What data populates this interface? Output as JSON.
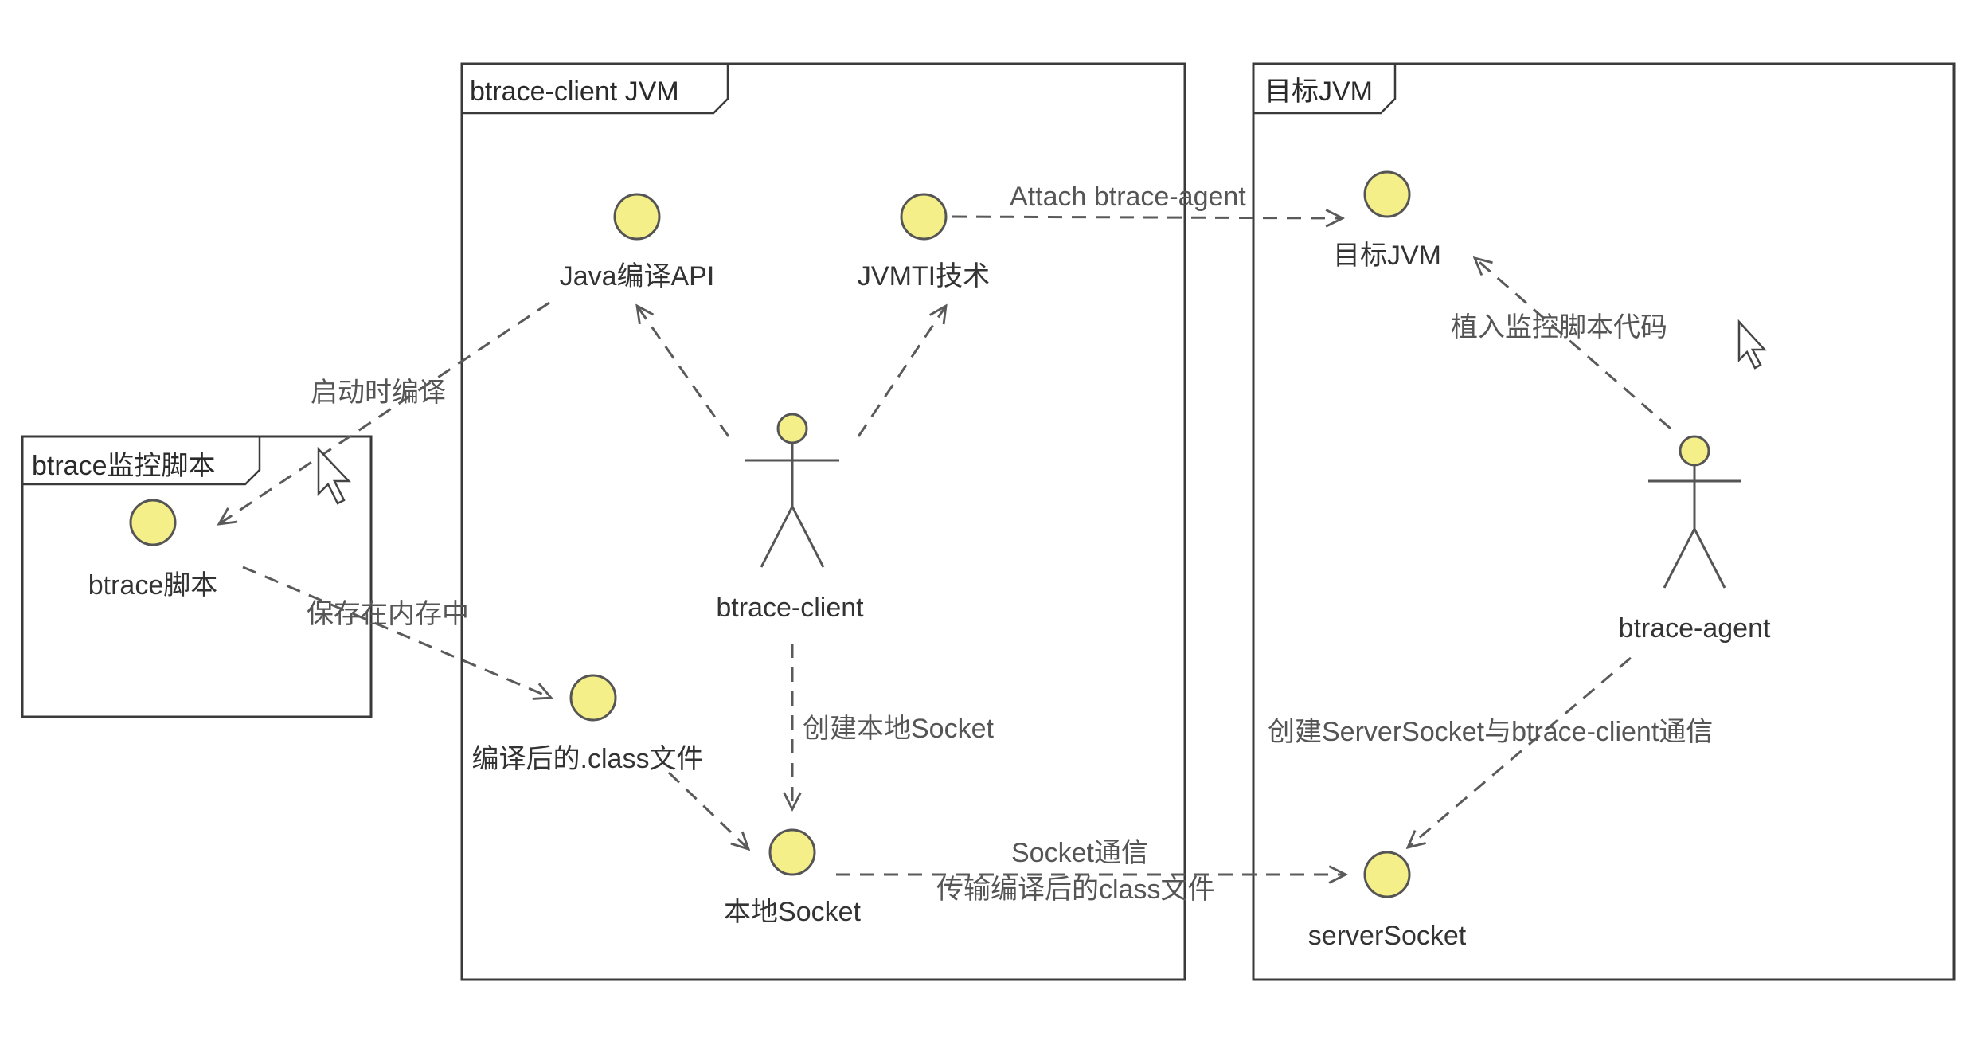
{
  "colors": {
    "background": "#ffffff",
    "frame_border": "#3a3a3a",
    "node_fill": "#f5ef8a",
    "node_stroke": "#555555",
    "edge": "#5a5a5a",
    "label_text": "#555555"
  },
  "frames": [
    {
      "id": "script",
      "title": "btrace监控脚本"
    },
    {
      "id": "client",
      "title": "btrace-client JVM"
    },
    {
      "id": "target",
      "title": "目标JVM"
    }
  ],
  "nodes": [
    {
      "id": "btrace_script",
      "label": "btrace脚本",
      "kind": "interface"
    },
    {
      "id": "java_compiler_api",
      "label": "Java编译API",
      "kind": "interface"
    },
    {
      "id": "jvmti",
      "label": "JVMTI技术",
      "kind": "interface"
    },
    {
      "id": "compiled_class",
      "label": "编译后的.class文件",
      "kind": "interface"
    },
    {
      "id": "local_socket",
      "label": "本地Socket",
      "kind": "interface"
    },
    {
      "id": "btrace_client",
      "label": "btrace-client",
      "kind": "actor"
    },
    {
      "id": "target_jvm",
      "label": "目标JVM",
      "kind": "interface"
    },
    {
      "id": "btrace_agent",
      "label": "btrace-agent",
      "kind": "actor"
    },
    {
      "id": "server_socket",
      "label": "serverSocket",
      "kind": "interface"
    }
  ],
  "edges": [
    {
      "from": "java_compiler_api",
      "to": "btrace_script",
      "label": "启动时编译"
    },
    {
      "from": "btrace_script",
      "to": "compiled_class",
      "label": "保存在内存中"
    },
    {
      "from": "btrace_client",
      "to": "java_compiler_api",
      "label": ""
    },
    {
      "from": "btrace_client",
      "to": "jvmti",
      "label": ""
    },
    {
      "from": "jvmti",
      "to": "target_jvm",
      "label": "Attach btrace-agent"
    },
    {
      "from": "btrace_client",
      "to": "local_socket",
      "label": "创建本地Socket"
    },
    {
      "from": "compiled_class",
      "to": "local_socket",
      "label": ""
    },
    {
      "from": "local_socket",
      "to": "server_socket",
      "label": "Socket通信",
      "label2": "传输编译后的class文件"
    },
    {
      "from": "btrace_agent",
      "to": "target_jvm",
      "label": "植入监控脚本代码"
    },
    {
      "from": "btrace_agent",
      "to": "server_socket",
      "label": "创建ServerSocket与btrace-client通信"
    }
  ]
}
